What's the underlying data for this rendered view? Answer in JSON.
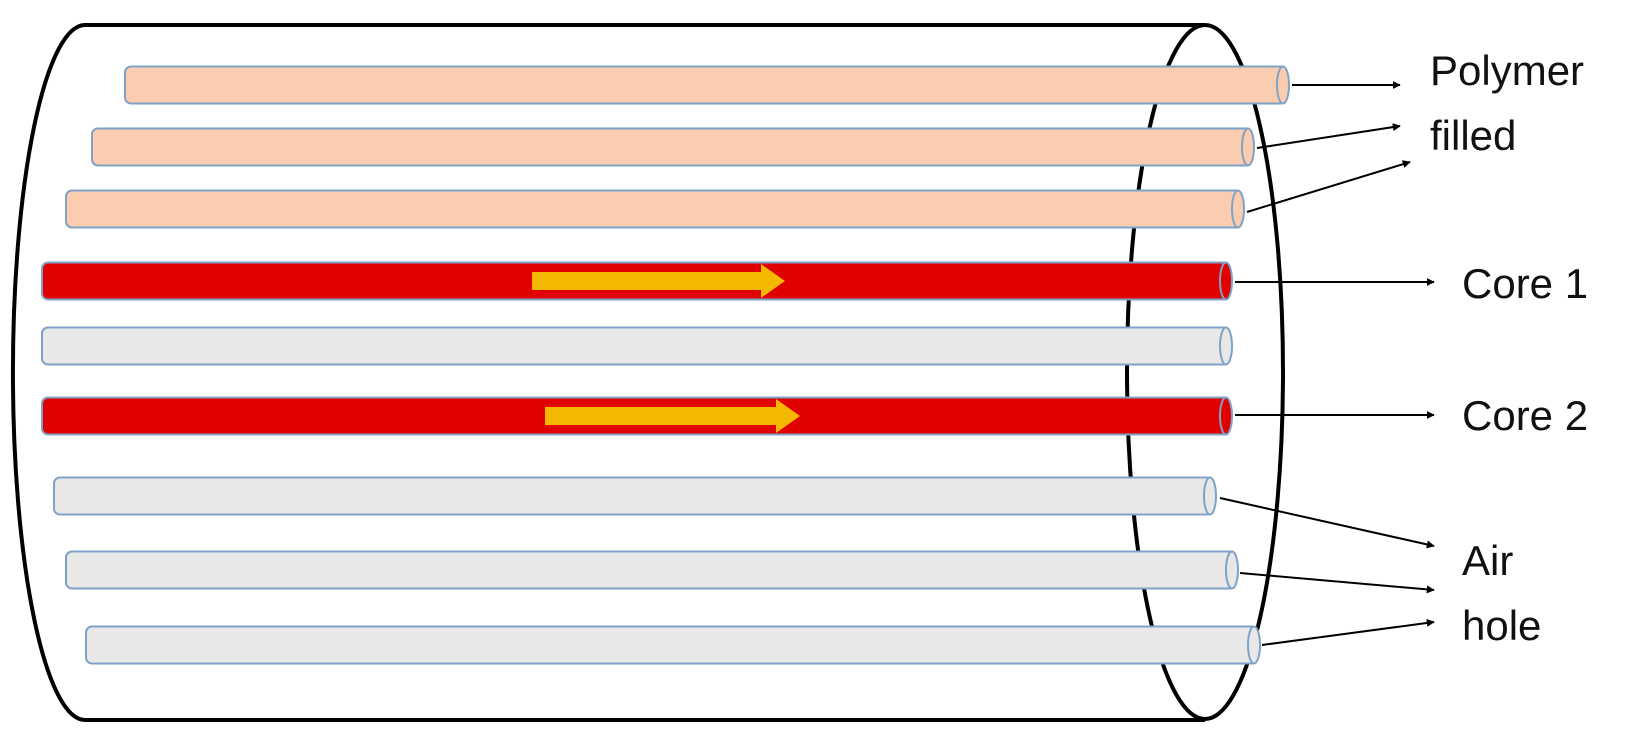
{
  "labels": {
    "polymer_line1": "Polymer",
    "polymer_line2": "filled",
    "core1": "Core 1",
    "core2": "Core 2",
    "air_line1": "Air",
    "air_line2": "hole"
  },
  "rods": [
    {
      "kind": "polymer",
      "label": "Polymer filled"
    },
    {
      "kind": "polymer",
      "label": "Polymer filled"
    },
    {
      "kind": "polymer",
      "label": "Polymer filled"
    },
    {
      "kind": "core",
      "label": "Core 1"
    },
    {
      "kind": "air"
    },
    {
      "kind": "core",
      "label": "Core 2"
    },
    {
      "kind": "air",
      "label": "Air hole"
    },
    {
      "kind": "air",
      "label": "Air hole"
    },
    {
      "kind": "air",
      "label": "Air hole"
    }
  ],
  "colors": {
    "polymer": "#FCCCB0",
    "core": "#E00000",
    "air": "#E8E8E8",
    "rod_outline": "#7FA3C7",
    "light_arrow": "#F5B800",
    "outline": "#000000"
  }
}
